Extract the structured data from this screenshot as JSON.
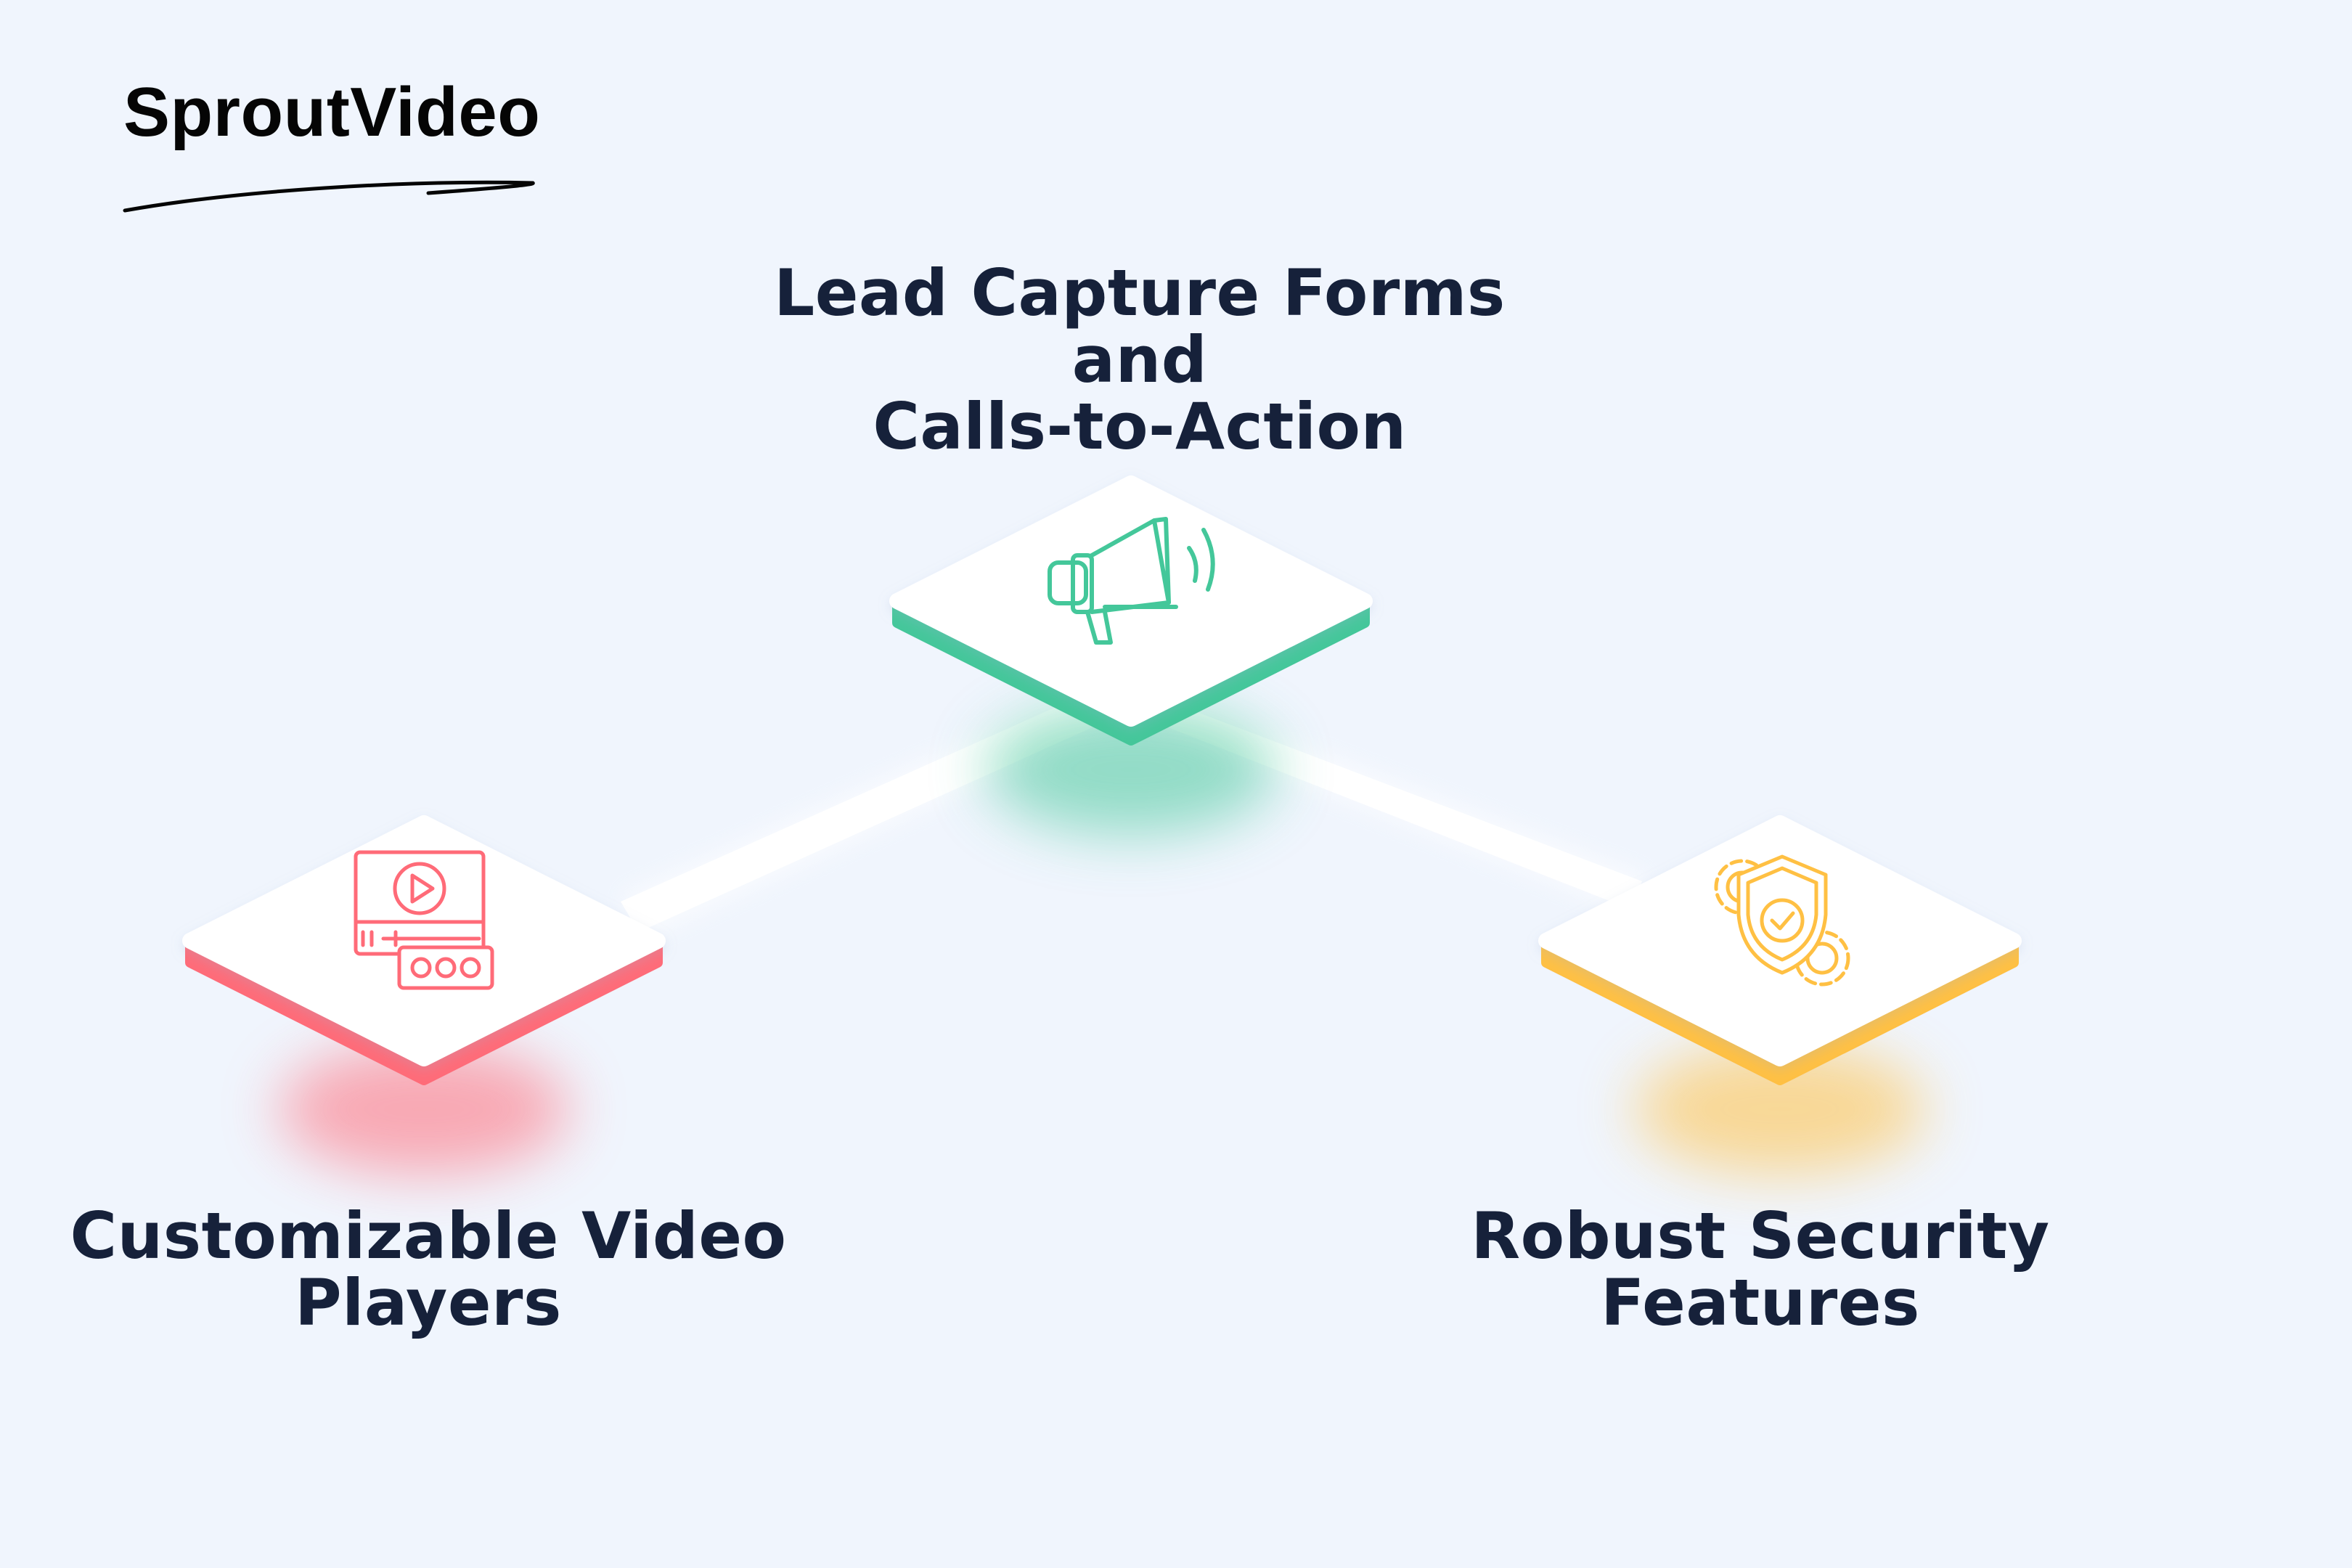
{
  "brand": {
    "name": "SproutVideo"
  },
  "colors": {
    "background": "#f0f5fd",
    "text": "#16213a",
    "green": "#44c79a",
    "red": "#ff6b78",
    "yellow": "#ffc043"
  },
  "features": [
    {
      "id": "lead-capture",
      "line1": "Lead Capture Forms and",
      "line2": "Calls-to-Action",
      "icon": "megaphone-icon",
      "color": "#44c79a"
    },
    {
      "id": "video-players",
      "line1": "Customizable Video",
      "line2": "Players",
      "icon": "video-player-icon",
      "color": "#ff6b78"
    },
    {
      "id": "security",
      "line1": "Robust Security",
      "line2": "Features",
      "icon": "shield-gears-icon",
      "color": "#ffc043"
    }
  ]
}
